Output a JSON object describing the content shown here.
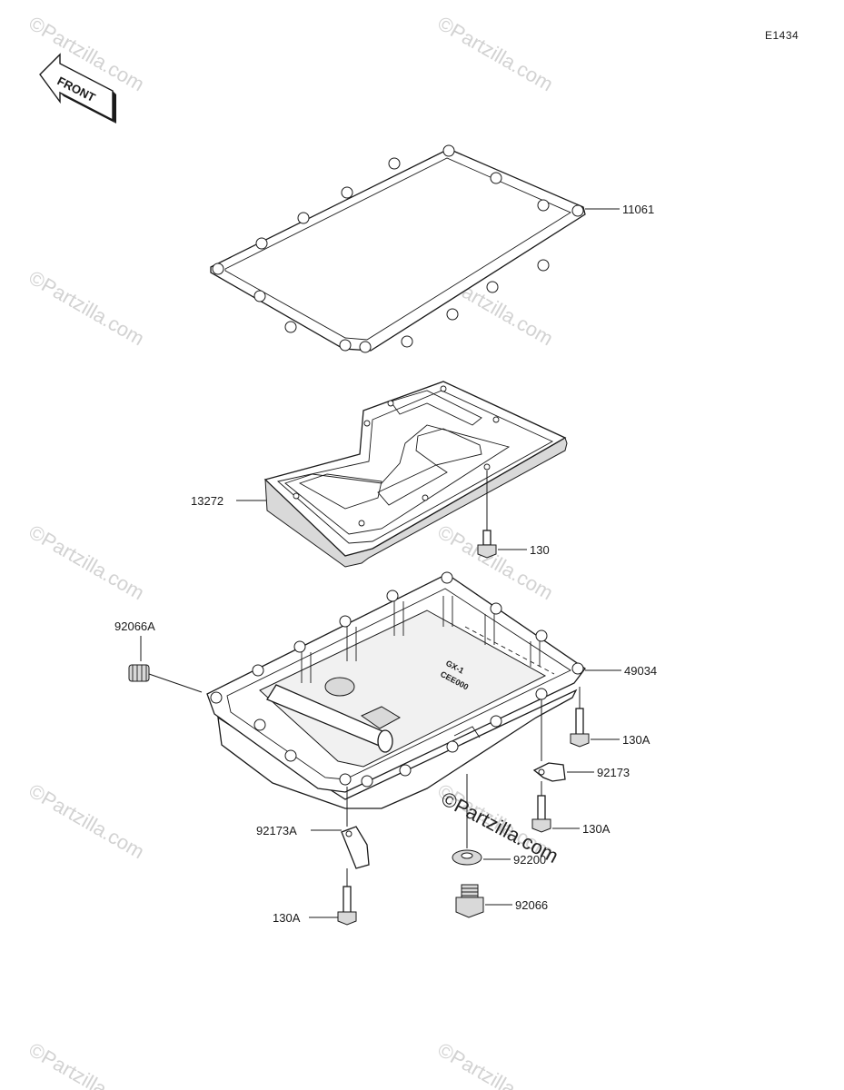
{
  "diagram_code": "E1434",
  "front_arrow_text": "FRONT",
  "watermarks": [
    "©Partzilla.com",
    "©Partzilla.com",
    "©Partzilla.com",
    "©Partzilla.com",
    "©Partzilla.com",
    "©Partzilla.com",
    "©Partzilla.com",
    "©Partzilla.com",
    "©Partzilla.com",
    "©Partzilla.com"
  ],
  "center_watermark": "©Partzilla.com",
  "parts": [
    {
      "id": "gasket",
      "label": "11061"
    },
    {
      "id": "plate",
      "label": "13272"
    },
    {
      "id": "plate-bolt",
      "label": "130"
    },
    {
      "id": "rubber-plug",
      "label": "92066A"
    },
    {
      "id": "oil-pan",
      "label": "49034"
    },
    {
      "id": "bolt-right-upper",
      "label": "130A"
    },
    {
      "id": "clamp-right",
      "label": "92173"
    },
    {
      "id": "bolt-right-lower",
      "label": "130A"
    },
    {
      "id": "clamp-left",
      "label": "92173A"
    },
    {
      "id": "washer",
      "label": "92200"
    },
    {
      "id": "bolt-left",
      "label": "130A"
    },
    {
      "id": "drain-plug",
      "label": "92066"
    }
  ]
}
